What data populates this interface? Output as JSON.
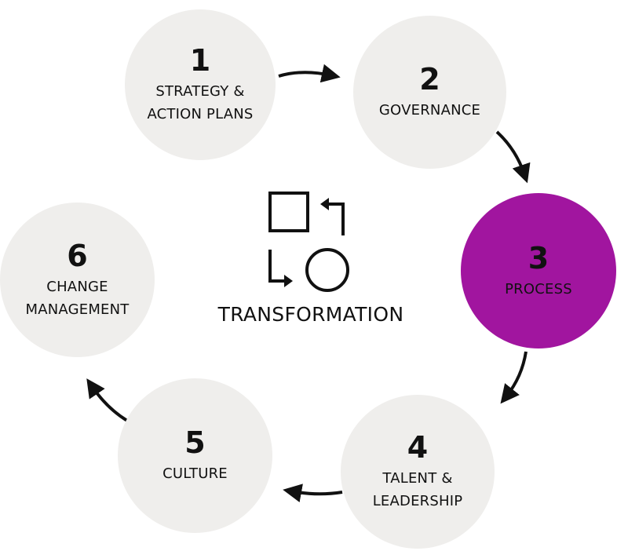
{
  "center": {
    "title": "TRANSFORMATION",
    "icon": "transformation-icon"
  },
  "colors": {
    "circle": "#efeeec",
    "active": "#a1159f",
    "ink": "#111111",
    "background": "#ffffff"
  },
  "steps": [
    {
      "number": "1",
      "lines": [
        "STRATEGY &",
        "ACTION PLANS"
      ],
      "active": false
    },
    {
      "number": "2",
      "lines": [
        "GOVERNANCE"
      ],
      "active": false
    },
    {
      "number": "3",
      "lines": [
        "PROCESS"
      ],
      "active": true
    },
    {
      "number": "4",
      "lines": [
        "TALENT &",
        "LEADERSHIP"
      ],
      "active": false
    },
    {
      "number": "5",
      "lines": [
        "CULTURE"
      ],
      "active": false
    },
    {
      "number": "6",
      "lines": [
        "CHANGE",
        "MANAGEMENT"
      ],
      "active": false
    }
  ]
}
